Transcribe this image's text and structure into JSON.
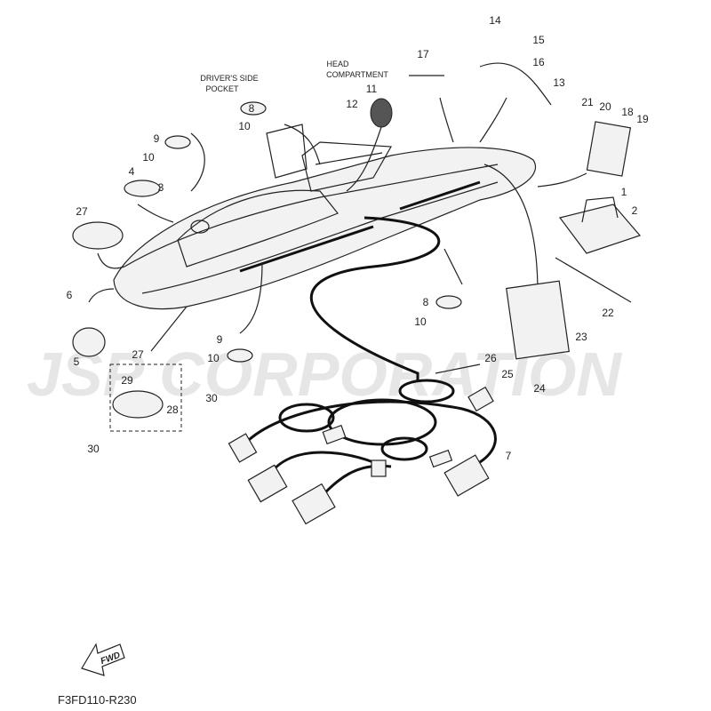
{
  "watermark": "JSP CORPORATION",
  "diagram_code": "F3FD110-R230",
  "fwd_label": "FWD",
  "captions": {
    "drivers_side_pocket": [
      "DRIVER'S SIDE",
      "POCKET"
    ],
    "head_compartment": [
      "HEAD",
      "COMPARTMENT"
    ]
  },
  "callouts": [
    "14",
    "15",
    "16",
    "17",
    "13",
    "11",
    "12",
    "8",
    "10",
    "9",
    "10",
    "4",
    "3",
    "27",
    "21",
    "20",
    "18",
    "19",
    "1",
    "2",
    "6",
    "5",
    "22",
    "8",
    "10",
    "23",
    "26",
    "25",
    "24",
    "27",
    "29",
    "30",
    "28",
    "30",
    "9",
    "10",
    "7"
  ]
}
